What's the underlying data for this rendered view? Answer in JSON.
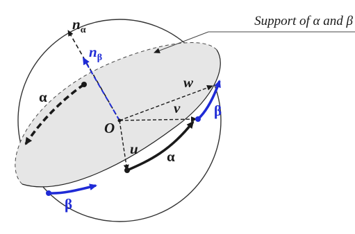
{
  "diagram": {
    "caption": "Support of α and β",
    "labels": {
      "n_alpha_base": "n",
      "n_alpha_sub": "α",
      "n_beta_base": "n",
      "n_beta_sub": "β",
      "origin": "O",
      "u": "u",
      "v": "v",
      "w": "w",
      "alpha_left": "α",
      "alpha_right": "α",
      "beta_right": "β",
      "beta_bottom": "β"
    },
    "colors": {
      "black": "#1a1a1a",
      "blue": "#1f2bd6",
      "disc_fill": "#e6e6e6",
      "sphere_stroke": "#333333"
    }
  }
}
